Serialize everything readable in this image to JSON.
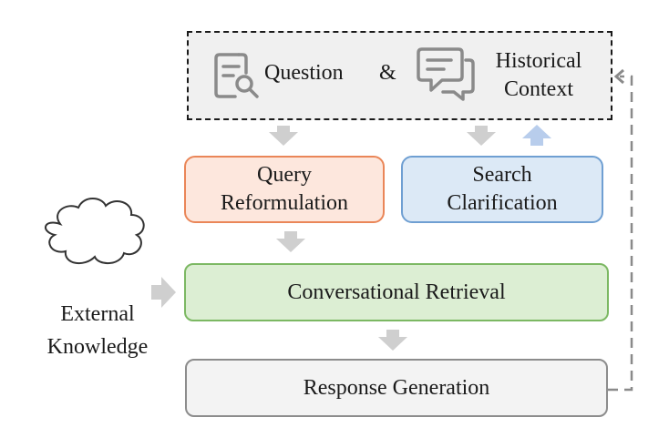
{
  "context": {
    "question": "Question",
    "ampersand": "&",
    "historical_line1": "Historical",
    "historical_line2": "Context"
  },
  "query_reformulation": {
    "line1": "Query",
    "line2": "Reformulation"
  },
  "search_clarification": {
    "line1": "Search",
    "line2": "Clarification"
  },
  "conversational_retrieval": {
    "label": "Conversational Retrieval"
  },
  "response_generation": {
    "label": "Response Generation"
  },
  "external_knowledge": {
    "line1": "External",
    "line2": "Knowledge"
  },
  "icons": [
    "document-search-icon",
    "chat-bubbles-icon",
    "cloud-icon"
  ],
  "colors": {
    "query_fill": "#fde7dd",
    "query_border": "#ea8658",
    "search_fill": "#dce9f6",
    "search_border": "#6f9fd2",
    "retrieval_fill": "#dceed3",
    "retrieval_border": "#7cb863",
    "response_fill": "#f3f3f3",
    "response_border": "#8c8c8c",
    "arrow_gray": "#cfcfcf",
    "arrow_blue": "#b8cdec"
  }
}
